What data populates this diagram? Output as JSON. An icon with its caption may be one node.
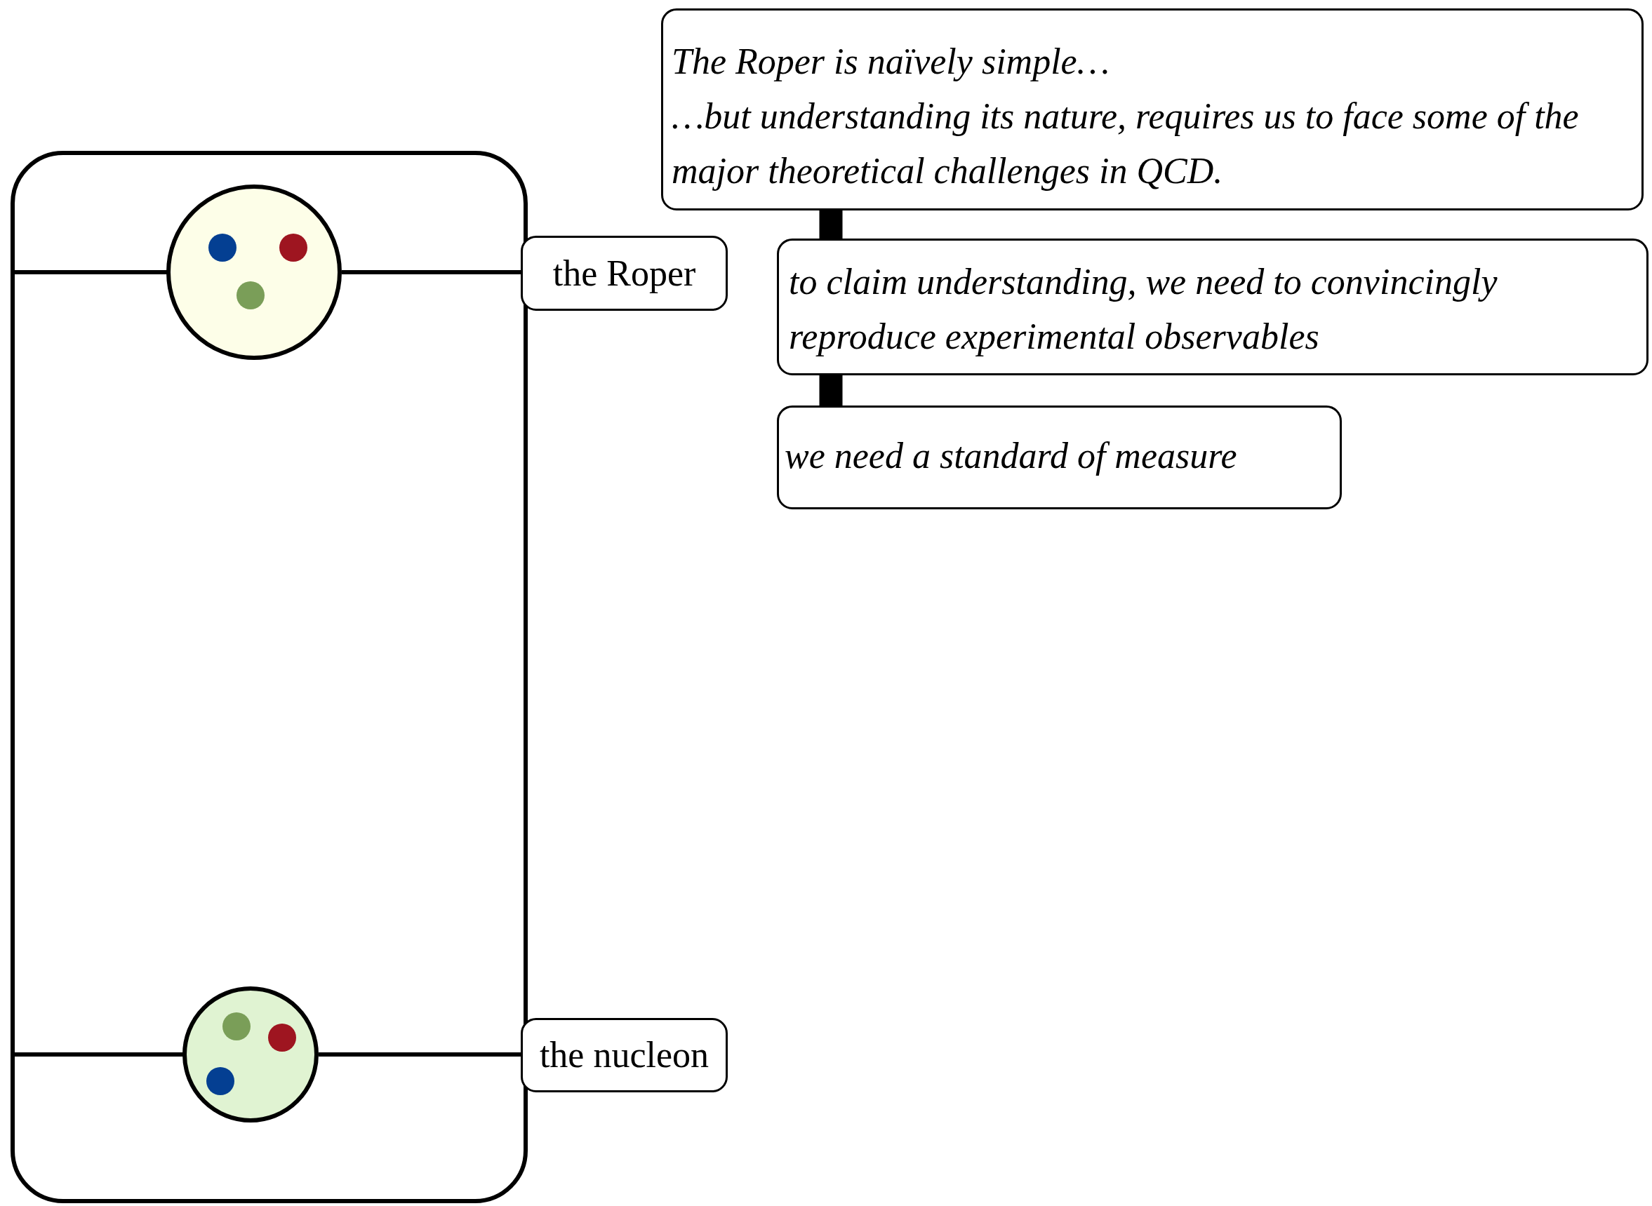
{
  "diagram": {
    "nodes": [
      {
        "text": [],
        "shape": "box"
      },
      {
        "text": [],
        "shape": "circle",
        "in": 0
      },
      {
        "text": [],
        "shape": "circle",
        "in": 0
      },
      {
        "text": [
          "the Roper"
        ]
      },
      {
        "text": [
          "the nucleon"
        ]
      },
      {
        "text": [
          "The Roper is naïvely simple…",
          "…but understanding its nature, requires us to face some of the major theoretical challenges in QCD."
        ]
      },
      {
        "text": [
          "to claim understanding, we need to convincingly reproduce experimental observables"
        ]
      },
      {
        "text": [
          "we need a standard of measure"
        ]
      }
    ],
    "edges": [
      {
        "from": 1,
        "to": 3,
        "arrow": "none"
      },
      {
        "from": 2,
        "to": 4,
        "arrow": "none"
      },
      {
        "from": 5,
        "to": 6,
        "arrow": "none",
        "style": "thick"
      },
      {
        "from": 6,
        "to": 7,
        "arrow": "none",
        "style": "thick"
      }
    ]
  }
}
